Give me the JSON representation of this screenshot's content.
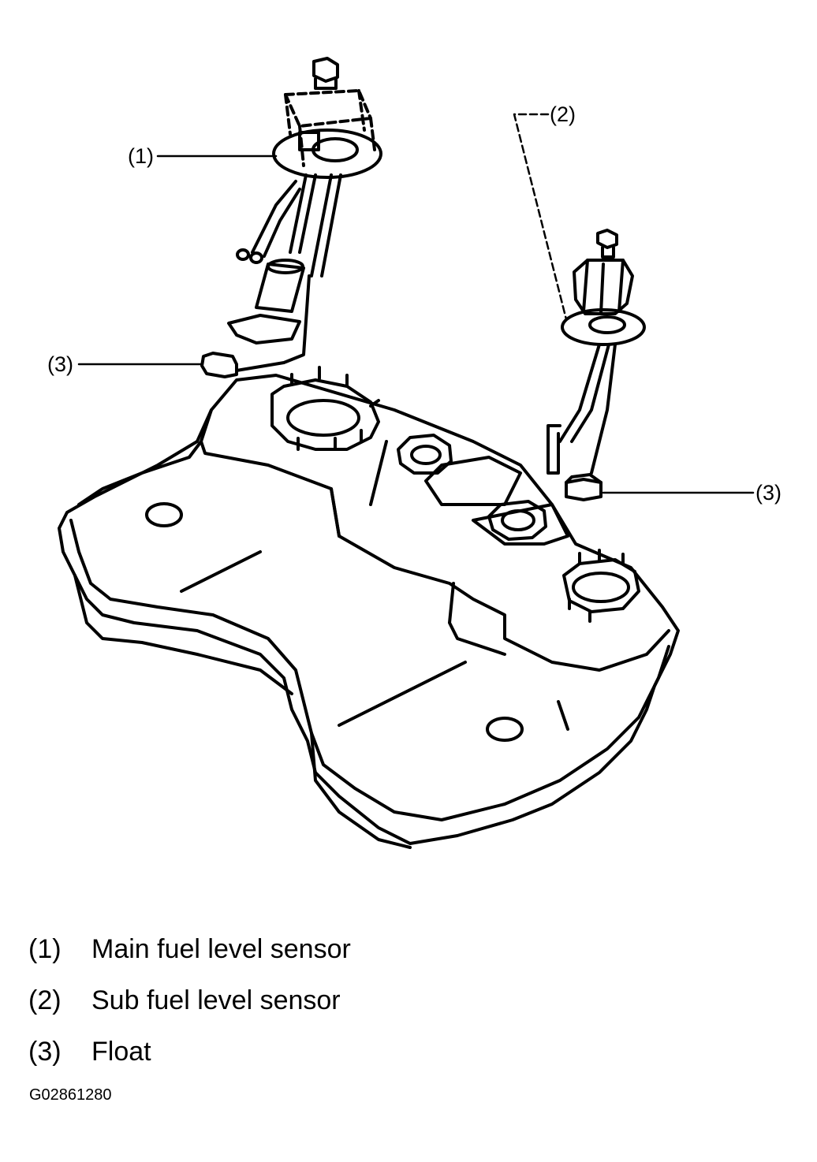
{
  "callouts": {
    "main_sensor": "(1)",
    "sub_sensor": "(2)",
    "float_left": "(3)",
    "float_right": "(3)"
  },
  "legend": [
    {
      "num": "(1)",
      "text": "Main fuel level sensor"
    },
    {
      "num": "(2)",
      "text": "Sub fuel level sensor"
    },
    {
      "num": "(3)",
      "text": "Float"
    }
  ],
  "figure_id": "G02861280"
}
